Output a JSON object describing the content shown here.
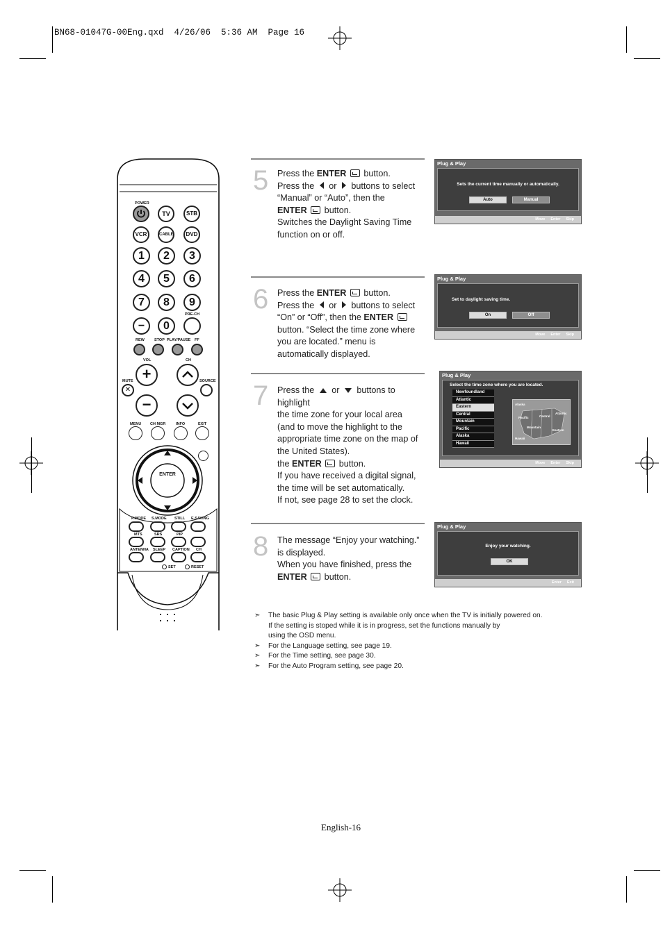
{
  "header": {
    "slug": "BN68-01047G-00Eng.qxd  4/26/06  5:36 AM  Page 16"
  },
  "remote": {
    "labels": {
      "power": "POWER",
      "tv": "TV",
      "stb": "STB",
      "vcr": "VCR",
      "cable": "CABLE",
      "dvd": "DVD",
      "prech": "PRE-CH",
      "rew": "REW",
      "stop": "STOP",
      "playpause": "PLAY/PAUSE",
      "ff": "FF",
      "vol": "VOL",
      "ch": "CH",
      "mute": "MUTE",
      "source": "SOURCE",
      "menu": "MENU",
      "chmgr": "CH MGR",
      "info": "INFO",
      "exit": "EXIT",
      "enter": "ENTER",
      "pmode": "P.MODE",
      "smode": "S.MODE",
      "still": "STILL",
      "esaving": "E.SAVING",
      "mts": "MTS",
      "srs": "SRS",
      "pip": "PIP",
      "antenna": "ANTENNA",
      "sleep": "SLEEP",
      "caption": "CAPTION",
      "ch2": "CH",
      "set": "SET",
      "reset": "RESET"
    },
    "digits": [
      "1",
      "2",
      "3",
      "4",
      "5",
      "6",
      "7",
      "8",
      "9",
      "0"
    ],
    "minus": "−"
  },
  "steps": [
    {
      "num": "5",
      "lines": {
        "l1a": "Press the ",
        "l1b": "ENTER",
        "l1c": " button.",
        "l2a": "Press the ",
        "l2b": " or ",
        "l2c": " buttons to select",
        "l3": "“Manual” or “Auto”, then the",
        "l4a": "ENTER",
        "l4b": " button.",
        "l5": "Switches the Daylight Saving Time",
        "l6": "function on or off."
      }
    },
    {
      "num": "6",
      "lines": {
        "l1a": "Press the ",
        "l1b": "ENTER",
        "l1c": " button.",
        "l2a": "Press the ",
        "l2b": " or ",
        "l2c": " buttons to select",
        "l3a": "“On” or “Off”, then the ",
        "l3b": "ENTER",
        "l4": "button. “Select the time zone where",
        "l5": "you are located.” menu is",
        "l6": "automatically displayed."
      }
    },
    {
      "num": "7",
      "lines": {
        "l1a": "Press the ",
        "l1b": " or ",
        "l1c": " buttons to highlight",
        "l2": "the time zone for your local area",
        "l3": "(and to move the highlight to the",
        "l4": "appropriate time zone on the map of",
        "l5": "the United States).",
        "l6a": "the ",
        "l6b": "ENTER",
        "l6c": " button.",
        "l7": "If you have received a digital signal,",
        "l8": "the time will be set automatically.",
        "l9": "If not, see page 28 to set the clock."
      }
    },
    {
      "num": "8",
      "lines": {
        "l1": "The message “Enjoy your watching.”",
        "l2": "is displayed.",
        "l3": "When you have finished, press the",
        "l4a": "ENTER",
        "l4b": " button."
      }
    }
  ],
  "osd": [
    {
      "title": "Plug & Play",
      "message": "Sets the current time manually or automatically.",
      "buttons": [
        "Auto",
        "Manual"
      ],
      "footer": [
        "Move",
        "Enter",
        "Skip"
      ]
    },
    {
      "title": "Plug & Play",
      "message": "Set to daylight saving time.",
      "buttons": [
        "On",
        "Off"
      ],
      "footer": [
        "Move",
        "Enter",
        "Skip"
      ]
    },
    {
      "title": "Plug & Play",
      "message": "Select the time zone where you are located.",
      "zones": [
        "Newfoundland",
        "Atlantic",
        "Eastern",
        "Central",
        "Mountain",
        "Pacific",
        "Alaska",
        "Hawaii"
      ],
      "selected_zone": "Eastern",
      "map_labels": [
        "Alaska",
        "Pacific",
        "Central",
        "Atlantic",
        "Eastern",
        "Mountain",
        "Hawaii"
      ],
      "footer": [
        "Move",
        "Enter",
        "Skip"
      ]
    },
    {
      "title": "Plug & Play",
      "message": "Enjoy your watching.",
      "buttons": [
        "OK"
      ],
      "footer": [
        "Enter",
        "Exit"
      ]
    }
  ],
  "notes": {
    "marker": "➣",
    "n1a": "The basic Plug & Play setting is available only once when the TV is initially powered on.",
    "n1b": "If the setting is stoped while it is in progress, set the functions manually by",
    "n1c": "using the OSD menu.",
    "n2": "For the Language setting, see page 19.",
    "n3": "For the Time setting, see page 30.",
    "n4": "For the Auto Program setting, see page 20."
  },
  "footer": {
    "page_number": "English-16"
  }
}
